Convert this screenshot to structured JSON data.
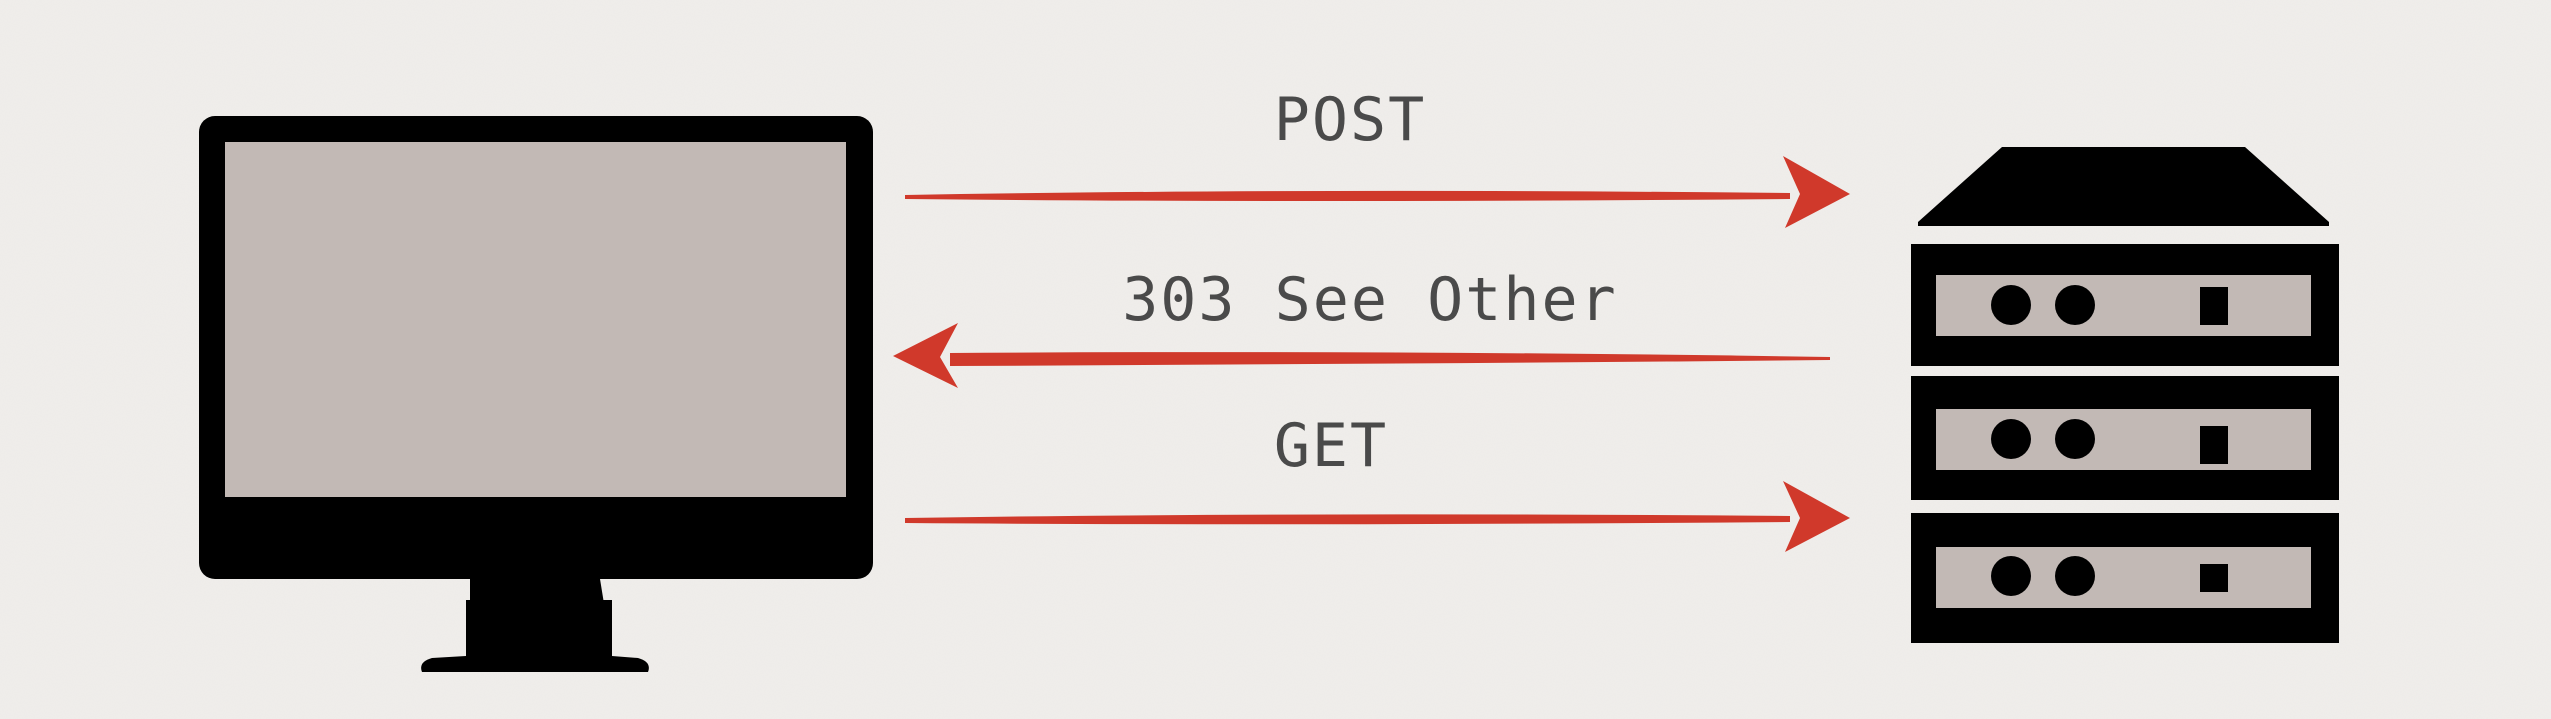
{
  "colors": {
    "background": "#f0eeeb",
    "device": "#000000",
    "screen": "#c2b9b5",
    "slot": "#c2b9b5",
    "arrow": "#d0392b",
    "label": "#4a4a4a"
  },
  "icons": {
    "client": "desktop-computer-icon",
    "server": "server-rack-icon"
  },
  "messages": [
    {
      "label": "POST",
      "direction": "client-to-server"
    },
    {
      "label": "303 See Other",
      "direction": "server-to-client"
    },
    {
      "label": "GET",
      "direction": "client-to-server"
    }
  ]
}
